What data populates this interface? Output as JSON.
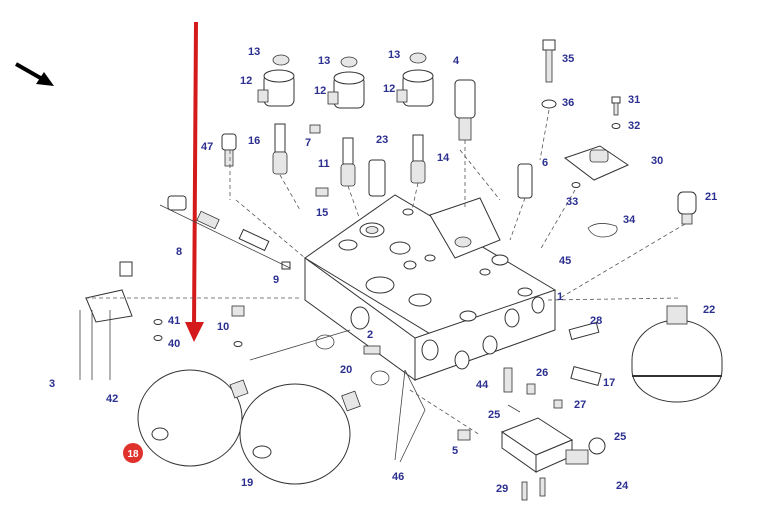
{
  "diagram": {
    "labels": [
      "13",
      "13",
      "13",
      "12",
      "12",
      "12",
      "4",
      "35",
      "36",
      "31",
      "32",
      "47",
      "16",
      "7",
      "11",
      "23",
      "14",
      "6",
      "30",
      "33",
      "21",
      "34",
      "15",
      "8",
      "9",
      "45",
      "1",
      "22",
      "41",
      "40",
      "10",
      "28",
      "2",
      "20",
      "17",
      "44",
      "26",
      "27",
      "25",
      "25",
      "5",
      "3",
      "42",
      "18",
      "19",
      "46",
      "29",
      "24"
    ],
    "callout_badge": "18",
    "colors": {
      "label": "#2b2f8f",
      "arrow": "#d41a1a",
      "badge": "#e0322c",
      "line": "#333333"
    }
  }
}
